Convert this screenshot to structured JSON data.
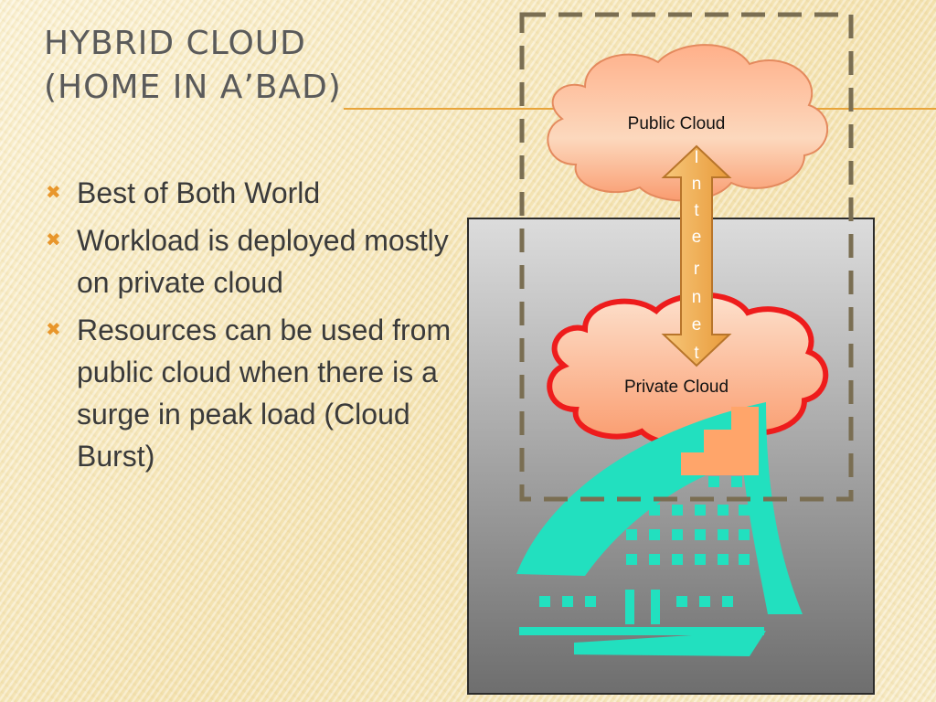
{
  "slide": {
    "title_line1": "HYBRID CLOUD",
    "title_line2": "(HOME IN A’BAD)"
  },
  "bullets": [
    {
      "text": "Best of Both World"
    },
    {
      "text": "Workload is deployed mostly on private cloud"
    },
    {
      "text": "Resources can be used from public cloud when there is a surge in peak load (Cloud Burst)"
    }
  ],
  "diagram": {
    "public_cloud_label": "Public Cloud",
    "private_cloud_label": "Private Cloud",
    "arrow_label_letters": [
      "I",
      "n",
      "t",
      "e",
      "r",
      "n",
      "e",
      "t"
    ],
    "colors": {
      "cloud_fill": "#fdb08a",
      "private_cloud_outline": "#ee1c1c",
      "arrow_fill": "#f3b55c",
      "building": "#22e0bf",
      "dashed_border": "#7a6e52"
    }
  }
}
